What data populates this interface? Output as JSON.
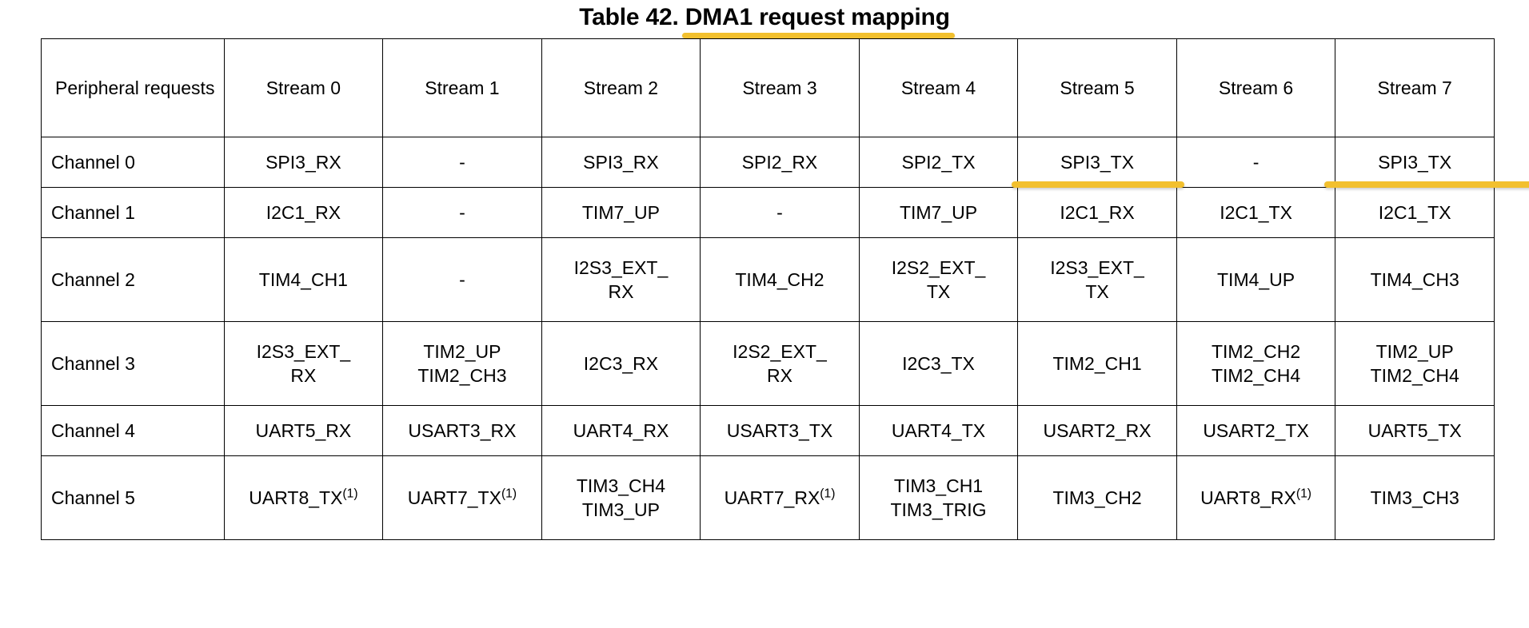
{
  "document": {
    "title_prefix": "Table 42. ",
    "title_highlighted": "DMA1 request mapping",
    "title_full": "Table 42. DMA1 request mapping"
  },
  "colors": {
    "highlight": "#f2c02e",
    "text": "#000000",
    "background": "#ffffff",
    "border": "#000000"
  },
  "table": {
    "headers": [
      "Peripheral requests",
      "Stream 0",
      "Stream 1",
      "Stream 2",
      "Stream 3",
      "Stream 4",
      "Stream 5",
      "Stream 6",
      "Stream 7"
    ],
    "rows": [
      {
        "label": "Channel 0",
        "cells": [
          {
            "lines": [
              "SPI3_RX"
            ]
          },
          {
            "lines": [
              "-"
            ]
          },
          {
            "lines": [
              "SPI3_RX"
            ]
          },
          {
            "lines": [
              "SPI2_RX"
            ]
          },
          {
            "lines": [
              "SPI2_TX"
            ]
          },
          {
            "lines": [
              "SPI3_TX"
            ],
            "highlight": true
          },
          {
            "lines": [
              "-"
            ]
          },
          {
            "lines": [
              "SPI3_TX"
            ],
            "highlight": true
          }
        ]
      },
      {
        "label": "Channel 1",
        "cells": [
          {
            "lines": [
              "I2C1_RX"
            ]
          },
          {
            "lines": [
              "-"
            ]
          },
          {
            "lines": [
              "TIM7_UP"
            ]
          },
          {
            "lines": [
              "-"
            ]
          },
          {
            "lines": [
              "TIM7_UP"
            ]
          },
          {
            "lines": [
              "I2C1_RX"
            ]
          },
          {
            "lines": [
              "I2C1_TX"
            ]
          },
          {
            "lines": [
              "I2C1_TX"
            ]
          }
        ]
      },
      {
        "label": "Channel 2",
        "cells": [
          {
            "lines": [
              "TIM4_CH1"
            ]
          },
          {
            "lines": [
              "-"
            ]
          },
          {
            "lines": [
              "I2S3_EXT_",
              "RX"
            ]
          },
          {
            "lines": [
              "TIM4_CH2"
            ]
          },
          {
            "lines": [
              "I2S2_EXT_",
              "TX"
            ]
          },
          {
            "lines": [
              "I2S3_EXT_",
              "TX"
            ]
          },
          {
            "lines": [
              "TIM4_UP"
            ]
          },
          {
            "lines": [
              "TIM4_CH3"
            ]
          }
        ]
      },
      {
        "label": "Channel 3",
        "cells": [
          {
            "lines": [
              "I2S3_EXT_",
              "RX"
            ]
          },
          {
            "lines": [
              "TIM2_UP",
              "TIM2_CH3"
            ]
          },
          {
            "lines": [
              "I2C3_RX"
            ]
          },
          {
            "lines": [
              "I2S2_EXT_",
              "RX"
            ]
          },
          {
            "lines": [
              "I2C3_TX"
            ]
          },
          {
            "lines": [
              "TIM2_CH1"
            ]
          },
          {
            "lines": [
              "TIM2_CH2",
              "TIM2_CH4"
            ]
          },
          {
            "lines": [
              "TIM2_UP",
              "TIM2_CH4"
            ]
          }
        ]
      },
      {
        "label": "Channel 4",
        "cells": [
          {
            "lines": [
              "UART5_RX"
            ]
          },
          {
            "lines": [
              "USART3_RX"
            ]
          },
          {
            "lines": [
              "UART4_RX"
            ]
          },
          {
            "lines": [
              "USART3_TX"
            ]
          },
          {
            "lines": [
              "UART4_TX"
            ]
          },
          {
            "lines": [
              "USART2_RX"
            ]
          },
          {
            "lines": [
              "USART2_TX"
            ]
          },
          {
            "lines": [
              "UART5_TX"
            ]
          }
        ]
      },
      {
        "label": "Channel 5",
        "cells": [
          {
            "lines": [
              "UART8_TX"
            ],
            "footnote": "(1)"
          },
          {
            "lines": [
              "UART7_TX"
            ],
            "footnote": "(1)"
          },
          {
            "lines": [
              "TIM3_CH4",
              "TIM3_UP"
            ]
          },
          {
            "lines": [
              "UART7_RX"
            ],
            "footnote": "(1)"
          },
          {
            "lines": [
              "TIM3_CH1",
              "TIM3_TRIG"
            ]
          },
          {
            "lines": [
              "TIM3_CH2"
            ]
          },
          {
            "lines": [
              "UART8_RX"
            ],
            "footnote": "(1)"
          },
          {
            "lines": [
              "TIM3_CH3"
            ]
          }
        ]
      }
    ]
  }
}
